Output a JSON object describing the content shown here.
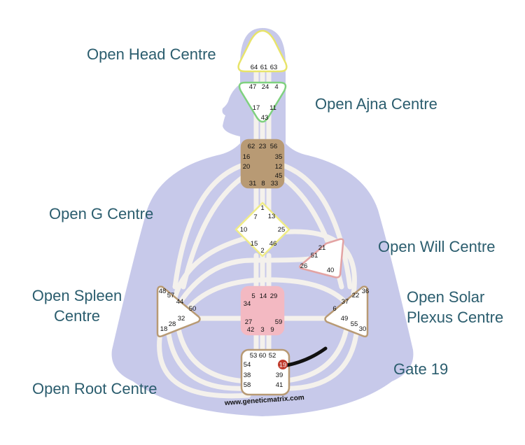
{
  "labels": {
    "head": "Open Head Centre",
    "ajna": "Open Ajna Centre",
    "g": "Open G Centre",
    "will": "Open Will Centre",
    "spleen_1": "Open Spleen",
    "spleen_2": "Centre",
    "solar_1": "Open Solar",
    "solar_2": "Plexus Centre",
    "gate19": "Gate 19",
    "root": "Open Root Centre"
  },
  "website": "www.geneticmatrix.com",
  "colors": {
    "body": "#c7c9ea",
    "channel": "#f4f1ec",
    "head_border": "#e8e46a",
    "ajna_border": "#7fd17f",
    "throat_fill": "#b89a74",
    "g_border": "#f0ec86",
    "will_fill": "#ffffff",
    "will_border": "#e3a3a3",
    "sacral_fill": "#f3b9c2",
    "spleen_border": "#b89a74",
    "root_border": "#b89a74",
    "gate19_dot": "#c03a2b",
    "gate19_line": "#111111",
    "label": "#2b5d6e"
  },
  "gates": {
    "head": [
      "64",
      "61",
      "63"
    ],
    "ajna": [
      "47",
      "24",
      "4",
      "17",
      "11",
      "43"
    ],
    "throat": [
      "62",
      "23",
      "56",
      "16",
      "35",
      "12",
      "20",
      "45",
      "31",
      "8",
      "33"
    ],
    "g": [
      "1",
      "7",
      "13",
      "10",
      "25",
      "15",
      "46",
      "2"
    ],
    "will": [
      "21",
      "51",
      "26",
      "40"
    ],
    "spleen": [
      "48",
      "57",
      "44",
      "50",
      "32",
      "28",
      "18"
    ],
    "solar": [
      "36",
      "22",
      "37",
      "6",
      "49",
      "55",
      "30"
    ],
    "sacral": [
      "5",
      "14",
      "29",
      "34",
      "27",
      "59",
      "42",
      "3",
      "9"
    ],
    "root": [
      "53",
      "60",
      "52",
      "54",
      "19",
      "38",
      "39",
      "58",
      "41"
    ]
  }
}
